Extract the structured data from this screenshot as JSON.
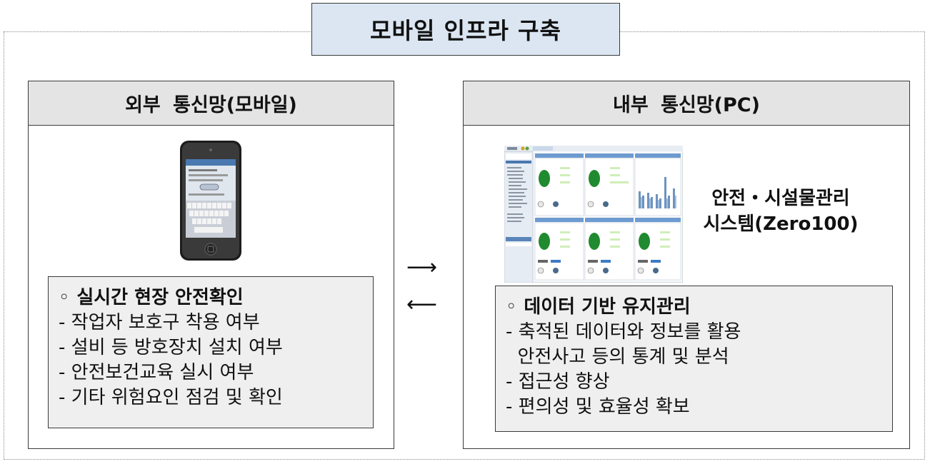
{
  "title": "모바일 인프라 구축",
  "left_panel": {
    "header": "외부 통신망(모바일)",
    "info": {
      "bullet": "◦",
      "heading": "실시간 현장 안전확인",
      "items": [
        "- 작업자 보호구 착용 여부",
        "- 설비 등 방호장치 설치 여부",
        "- 안전보건교육 실시 여부",
        "- 기타 위험요인 점검 및 확인"
      ]
    }
  },
  "right_panel": {
    "header": "내부 통신망(PC)",
    "system_label_line1": "안전・시설물관리",
    "system_label_line2": "시스템(Zero100)",
    "info": {
      "bullet": "◦",
      "heading": "데이터 기반 유지관리",
      "items": [
        "- 축적된 데이터와 정보를 활용",
        "  안전사고 등의 통계 및 분석",
        "- 접근성 향상",
        "- 편의성 및 효율성 확보"
      ]
    }
  },
  "arrows": {
    "right": "⟶",
    "left": "⟵"
  }
}
